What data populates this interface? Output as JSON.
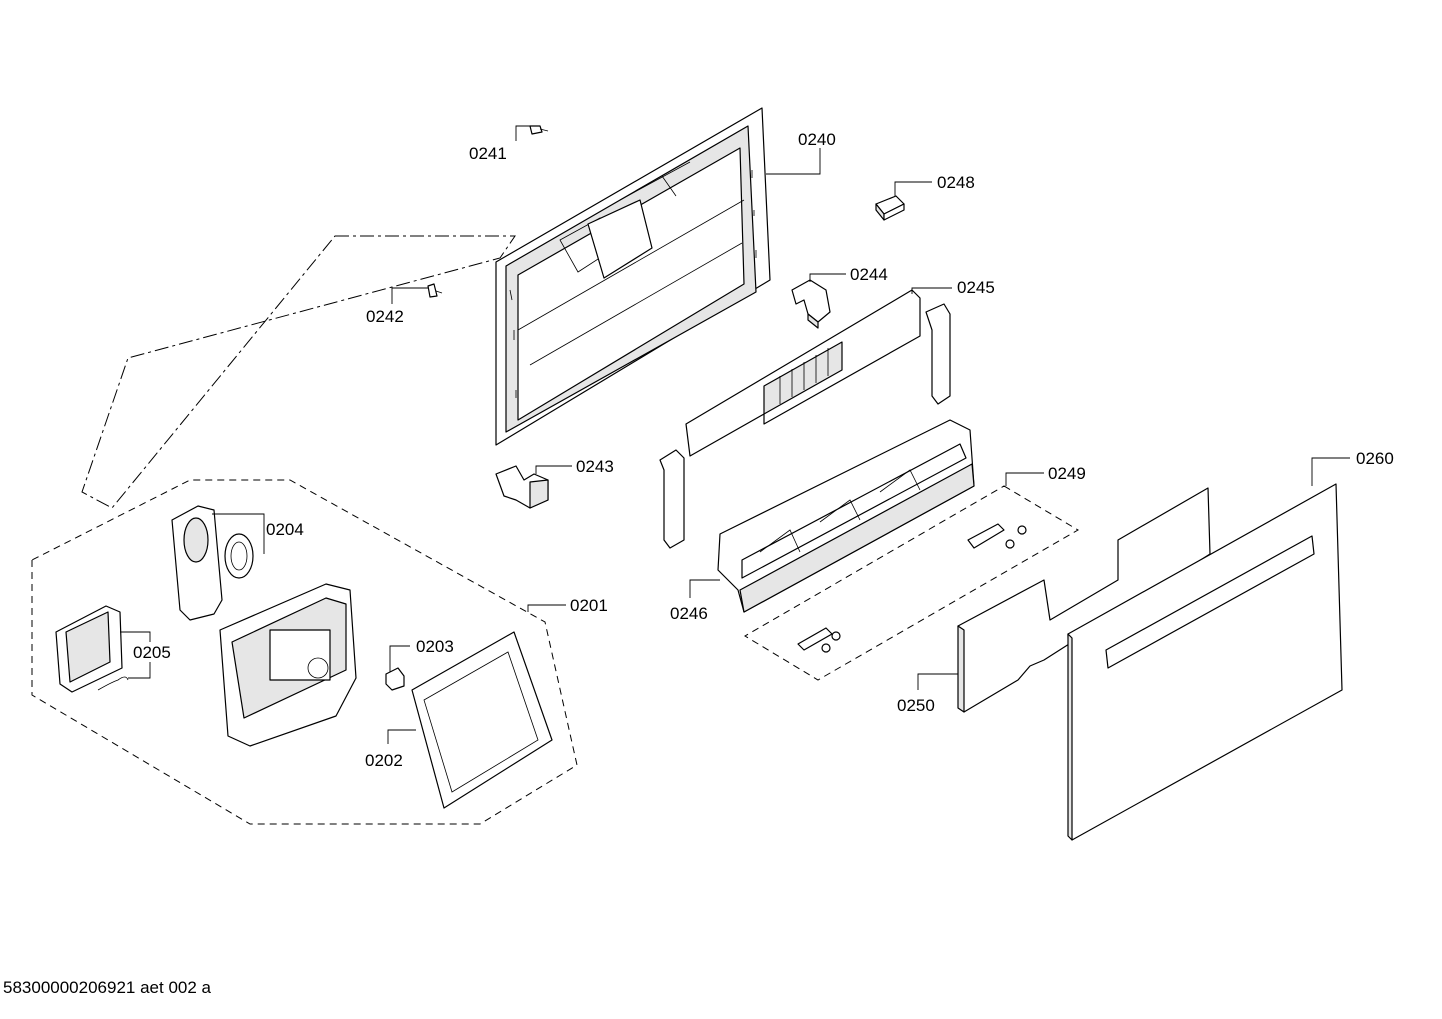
{
  "diagram": {
    "callouts": [
      {
        "id": "c0241",
        "label": "0241"
      },
      {
        "id": "c0240",
        "label": "0240"
      },
      {
        "id": "c0248",
        "label": "0248"
      },
      {
        "id": "c0244",
        "label": "0244"
      },
      {
        "id": "c0245",
        "label": "0245"
      },
      {
        "id": "c0242",
        "label": "0242"
      },
      {
        "id": "c0243",
        "label": "0243"
      },
      {
        "id": "c0249",
        "label": "0249"
      },
      {
        "id": "c0260",
        "label": "0260"
      },
      {
        "id": "c0204",
        "label": "0204"
      },
      {
        "id": "c0201",
        "label": "0201"
      },
      {
        "id": "c0246",
        "label": "0246"
      },
      {
        "id": "c0203",
        "label": "0203"
      },
      {
        "id": "c0205",
        "label": "0205"
      },
      {
        "id": "c0250",
        "label": "0250"
      },
      {
        "id": "c0202",
        "label": "0202"
      }
    ]
  },
  "footer": {
    "drawing_code": "58300000206921 aet 002 a"
  }
}
